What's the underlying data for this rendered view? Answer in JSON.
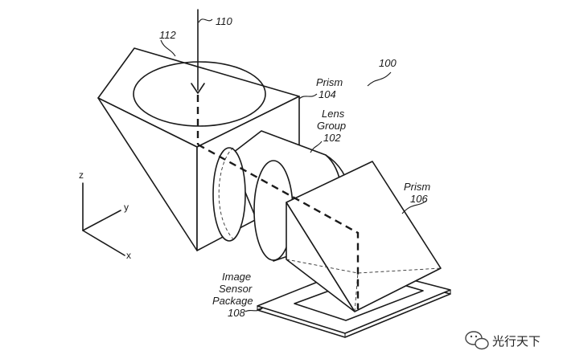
{
  "labels": {
    "ref_110": "110",
    "ref_112": "112",
    "ref_100": "100",
    "prism_104": [
      "Prism",
      "104"
    ],
    "lens_group_102": [
      "Lens",
      "Group",
      "102"
    ],
    "prism_106": [
      "Prism",
      "106"
    ],
    "image_sensor_108": [
      "Image",
      "Sensor",
      "Package",
      "108"
    ]
  },
  "axes": {
    "z": "z",
    "y": "y",
    "x": "x"
  },
  "watermark": {
    "text": "光行天下",
    "icon": "wechat-icon"
  }
}
